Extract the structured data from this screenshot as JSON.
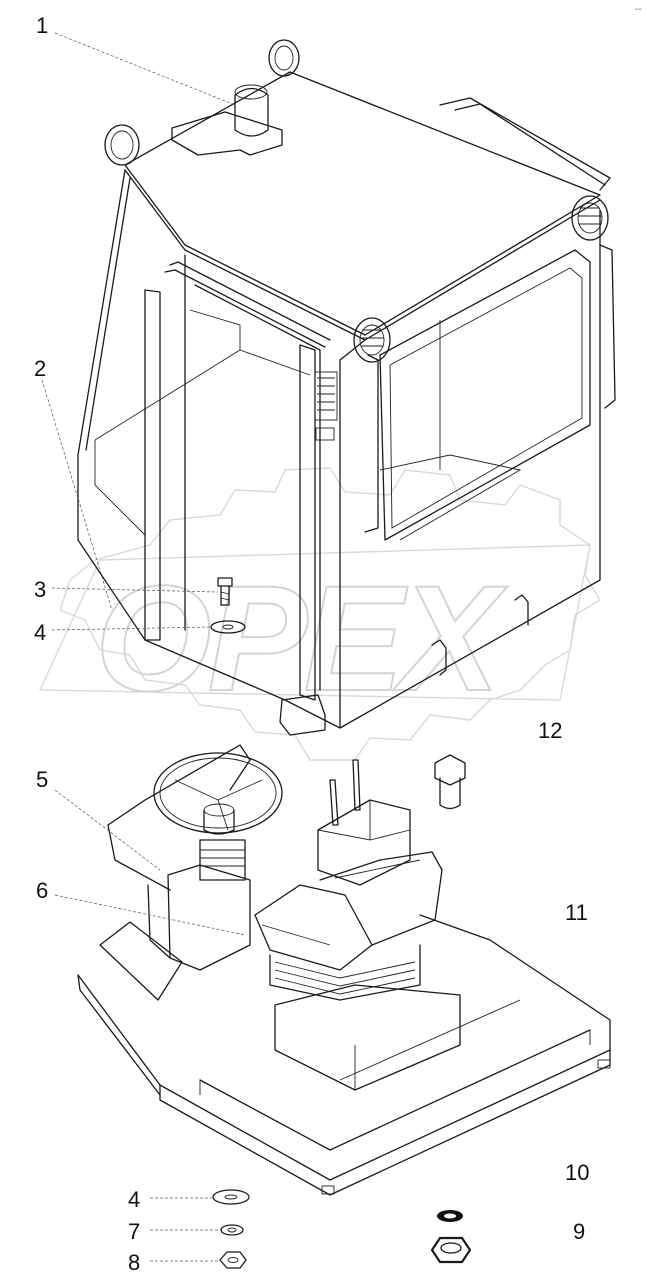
{
  "watermark": {
    "text": "OPEX"
  },
  "callouts": {
    "c1": "1",
    "c2": "2",
    "c3": "3",
    "c4a": "4",
    "c5": "5",
    "c6": "6",
    "c12": "12",
    "c11": "11",
    "c10": "10",
    "c4b": "4",
    "c7": "7",
    "c8": "8",
    "c9": "9"
  },
  "corner_mark": "--"
}
